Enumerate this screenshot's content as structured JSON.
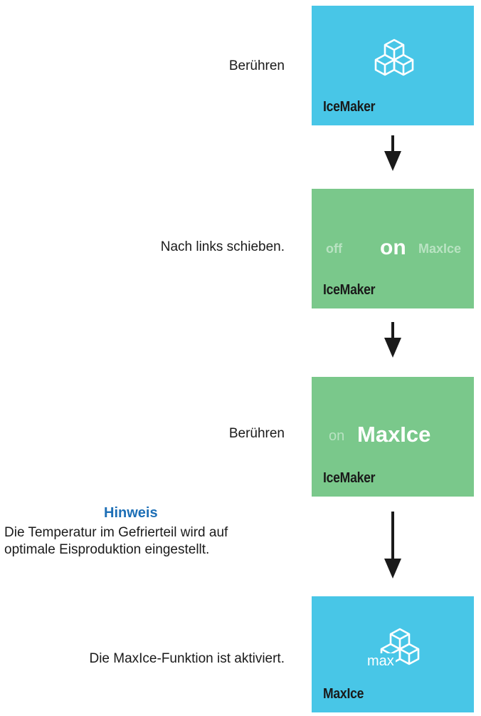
{
  "steps": [
    {
      "label": "Berühren"
    },
    {
      "label": "Nach links schieben."
    },
    {
      "label": "Berühren"
    },
    {
      "label": "Die MaxIce-Funktion ist aktiviert."
    }
  ],
  "panels": {
    "icemaker": {
      "title": "IceMaker",
      "icon": "ice-cubes-icon"
    },
    "slider": {
      "options": [
        "off",
        "on",
        "MaxIce"
      ],
      "selected": "on",
      "title": "IceMaker"
    },
    "maxice_select": {
      "options": [
        "on",
        "MaxIce"
      ],
      "selected": "MaxIce",
      "title": "IceMaker"
    },
    "maxice_active": {
      "badge": "max",
      "title": "MaxIce",
      "icon": "max-ice-cubes-icon"
    }
  },
  "note": {
    "title": "Hinweis",
    "text": "Die Temperatur im Gefrierteil wird auf optimale Eisproduktion eingestellt."
  },
  "colors": {
    "blue_panel": "#48c6e7",
    "green_panel": "#7ac88b",
    "note_title": "#1d6fb6"
  }
}
